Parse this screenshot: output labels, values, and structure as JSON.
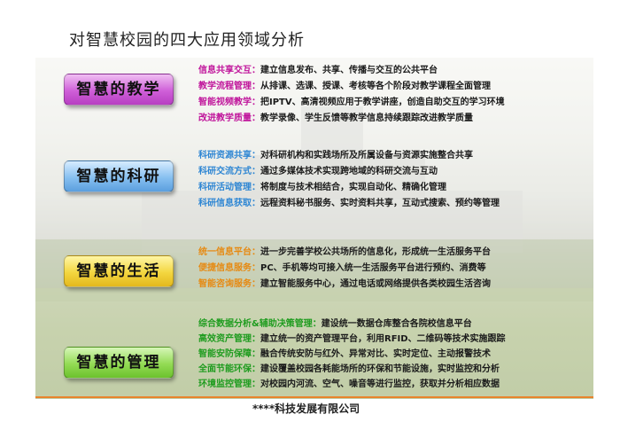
{
  "title": "对智慧校园的四大应用领域分析",
  "colors": {
    "teach": "#c0149b",
    "research": "#2e86d3",
    "life": "#e68a12",
    "manage": "#1f9c1f",
    "rule": "#e8832c"
  },
  "sections": [
    {
      "label": "智慧的教学",
      "items": [
        {
          "key": "信息共享交互：",
          "desc": "建立信息发布、共享、传播与交互的公共平台"
        },
        {
          "key": "教学流程管理：",
          "desc": "从排课、选课、授课、考核等各个阶段对教学课程全面管理"
        },
        {
          "key": "智能视频教学：",
          "desc": "把IPTV、高清视频应用于教学讲座，创造自助交互的学习环境"
        },
        {
          "key": "改进教学质量：",
          "desc": "教学录像、学生反馈等教学信息持续跟踪改进教学质量"
        }
      ]
    },
    {
      "label": "智慧的科研",
      "items": [
        {
          "key": "科研资源共享：",
          "desc": "对科研机构和实践场所及所属设备与资源实施整合共享"
        },
        {
          "key": "科研交流方式：",
          "desc": "通过多媒体技术实现跨地域的科研交流与互动"
        },
        {
          "key": "科研活动管理：",
          "desc": "将制度与技术相结合，实现自动化、精确化管理"
        },
        {
          "key": "科研信息获取：",
          "desc": "远程资料秘书服务、实时资料共享，互动式搜索、预约等管理"
        }
      ]
    },
    {
      "label": "智慧的生活",
      "items": [
        {
          "key": "统一信息平台：",
          "desc": "进一步完善学校公共场所的信息化，形成统一生活服务平台"
        },
        {
          "key": "便捷信息服务：",
          "desc": "PC、手机等均可接入统一生活服务平台进行预约、消费等"
        },
        {
          "key": "智能咨询服务：",
          "desc": "建立智能服务中心，通过电话或网络提供各类校园生活咨询"
        }
      ]
    },
    {
      "label": "智慧的管理",
      "items": [
        {
          "key": "综合数据分析&辅助决策管理：",
          "desc": "建设统一数据仓库整合各院校信息平台"
        },
        {
          "key": "高效资产管理：",
          "desc": "建立统一的资产管理平台，利用RFID、二维码等技术实施跟踪"
        },
        {
          "key": "智能安防保障：",
          "desc": "融合传统安防与红外、异常对比、实时定位、主动报警技术"
        },
        {
          "key": "全面节能环保：",
          "desc": "建设覆盖校园各耗能场所的环保和节能设施，实时监控和分析"
        },
        {
          "key": "环境监控管理：",
          "desc": "对校园内河流、空气、噪音等进行监控，获取并分析相应数据"
        }
      ]
    }
  ],
  "footer": "****科技发展有限公司"
}
